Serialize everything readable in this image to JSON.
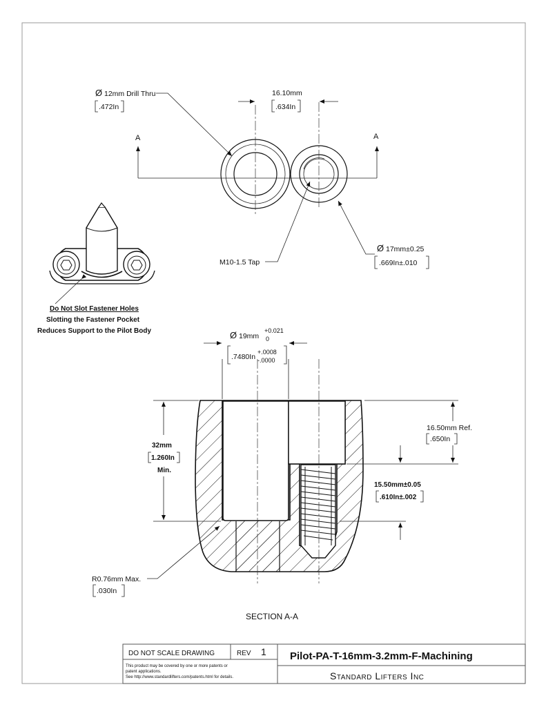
{
  "plan_view": {
    "drill_label": "12mm Drill Thru",
    "drill_inch": ".472In",
    "spacing_mm": "16.10mm",
    "spacing_in": ".634In",
    "section_mark_left": "A",
    "section_mark_right": "A",
    "tap_label": "M10-1.5 Tap",
    "od_label": "17mm±0.25",
    "od_inch": ".669In±.010",
    "diameter_symbol": "Ø"
  },
  "notes": {
    "line1": "Do Not Slot Fastener Holes",
    "line2": "Slotting the Fastener Pocket",
    "line3": "Reduces Support to the Pilot Body"
  },
  "section_view": {
    "bore_mm": "19mm",
    "bore_tol_upper": "+0.021",
    "bore_tol_lower": "0",
    "bore_in": ".7480In",
    "bore_in_tol_upper": "+.0008",
    "bore_in_tol_lower": "-.0000",
    "depth_mm": "32mm",
    "depth_in": "1.260In",
    "depth_note": "Min.",
    "ref_mm": "16.50mm Ref.",
    "ref_in": ".650In",
    "thread_mm": "15.50mm±0.05",
    "thread_in": ".610In±.002",
    "radius_mm": "R0.76mm Max.",
    "radius_in": ".030In",
    "title": "SECTION A-A"
  },
  "title_block": {
    "do_not_scale": "DO NOT SCALE DRAWING",
    "rev_label": "REV",
    "rev_value": "1",
    "part_name": "Pilot-PA-T-16mm-3.2mm-F-Machining",
    "company": "Standard Lifters Inc",
    "patent_line1": "This product may be covered by one or more patents or",
    "patent_line2": "patent applications.",
    "patent_line3": "See http://www.standardlifters.com/patents.html for details."
  }
}
